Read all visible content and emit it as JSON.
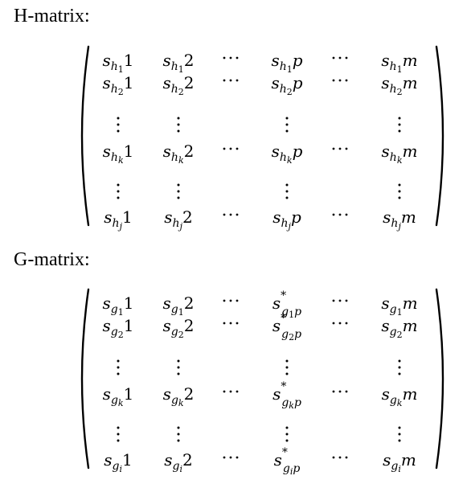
{
  "h_matrix": {
    "title": "H-matrix:",
    "rows": [
      [
        {
          "base": "s",
          "sub": "h",
          "subsub": "1",
          "tail": "1"
        },
        {
          "base": "s",
          "sub": "h",
          "subsub": "1",
          "tail": "2"
        },
        {
          "kind": "hdots"
        },
        {
          "base": "s",
          "sub": "h",
          "subsub": "1",
          "tail": "p"
        },
        {
          "kind": "hdots"
        },
        {
          "base": "s",
          "sub": "h",
          "subsub": "1",
          "tail": "m"
        }
      ],
      [
        {
          "base": "s",
          "sub": "h",
          "subsub": "2",
          "tail": "1"
        },
        {
          "base": "s",
          "sub": "h",
          "subsub": "2",
          "tail": "2"
        },
        {
          "kind": "hdots"
        },
        {
          "base": "s",
          "sub": "h",
          "subsub": "2",
          "tail": "p"
        },
        {
          "kind": "hdots"
        },
        {
          "base": "s",
          "sub": "h",
          "subsub": "2",
          "tail": "m"
        }
      ],
      [
        {
          "kind": "vdots"
        },
        {
          "kind": "vdots"
        },
        {
          "kind": "empty"
        },
        {
          "kind": "vdots"
        },
        {
          "kind": "empty"
        },
        {
          "kind": "vdots"
        }
      ],
      [
        {
          "base": "s",
          "sub": "h",
          "subsub": "k",
          "tail": "1"
        },
        {
          "base": "s",
          "sub": "h",
          "subsub": "k",
          "tail": "2"
        },
        {
          "kind": "hdots"
        },
        {
          "base": "s",
          "sub": "h",
          "subsub": "k",
          "tail": "p"
        },
        {
          "kind": "hdots"
        },
        {
          "base": "s",
          "sub": "h",
          "subsub": "k",
          "tail": "m"
        }
      ],
      [
        {
          "kind": "vdots"
        },
        {
          "kind": "vdots"
        },
        {
          "kind": "empty"
        },
        {
          "kind": "vdots"
        },
        {
          "kind": "empty"
        },
        {
          "kind": "vdots"
        }
      ],
      [
        {
          "base": "s",
          "sub": "h",
          "subsub": "j",
          "tail": "1"
        },
        {
          "base": "s",
          "sub": "h",
          "subsub": "j",
          "tail": "2"
        },
        {
          "kind": "hdots"
        },
        {
          "base": "s",
          "sub": "h",
          "subsub": "j",
          "tail": "p"
        },
        {
          "kind": "hdots"
        },
        {
          "base": "s",
          "sub": "h",
          "subsub": "j",
          "tail": "m"
        }
      ]
    ]
  },
  "g_matrix": {
    "title": "G-matrix:",
    "rows": [
      [
        {
          "base": "s",
          "sub": "g",
          "subsub": "1",
          "tail": "1"
        },
        {
          "base": "s",
          "sub": "g",
          "subsub": "1",
          "tail": "2"
        },
        {
          "kind": "hdots"
        },
        {
          "base": "s",
          "sup": "*",
          "sub": "g",
          "subsub": "1",
          "tail": "p"
        },
        {
          "kind": "hdots"
        },
        {
          "base": "s",
          "sub": "g",
          "subsub": "1",
          "tail": "m"
        }
      ],
      [
        {
          "base": "s",
          "sub": "g",
          "subsub": "2",
          "tail": "1"
        },
        {
          "base": "s",
          "sub": "g",
          "subsub": "2",
          "tail": "2"
        },
        {
          "kind": "hdots"
        },
        {
          "base": "s",
          "sup": "*",
          "sub": "g",
          "subsub": "2",
          "tail": "p"
        },
        {
          "kind": "hdots"
        },
        {
          "base": "s",
          "sub": "g",
          "subsub": "2",
          "tail": "m"
        }
      ],
      [
        {
          "kind": "vdots"
        },
        {
          "kind": "vdots"
        },
        {
          "kind": "empty"
        },
        {
          "kind": "vdots"
        },
        {
          "kind": "empty"
        },
        {
          "kind": "vdots"
        }
      ],
      [
        {
          "base": "s",
          "sub": "g",
          "subsub": "k",
          "tail": "1"
        },
        {
          "base": "s",
          "sub": "g",
          "subsub": "k",
          "tail": "2"
        },
        {
          "kind": "hdots"
        },
        {
          "base": "s",
          "sup": "*",
          "sub": "g",
          "subsub": "k",
          "tail": "p"
        },
        {
          "kind": "hdots"
        },
        {
          "base": "s",
          "sub": "g",
          "subsub": "k",
          "tail": "m"
        }
      ],
      [
        {
          "kind": "vdots"
        },
        {
          "kind": "vdots"
        },
        {
          "kind": "empty"
        },
        {
          "kind": "vdots"
        },
        {
          "kind": "empty"
        },
        {
          "kind": "vdots"
        }
      ],
      [
        {
          "base": "s",
          "sub": "g",
          "subsub": "i",
          "tail": "1"
        },
        {
          "base": "s",
          "sub": "g",
          "subsub": "i",
          "tail": "2"
        },
        {
          "kind": "hdots"
        },
        {
          "base": "s",
          "sup": "*",
          "sub": "g",
          "subsub": "i",
          "tail": "p"
        },
        {
          "kind": "hdots"
        },
        {
          "base": "s",
          "sub": "g",
          "subsub": "i",
          "tail": "m"
        }
      ]
    ]
  }
}
